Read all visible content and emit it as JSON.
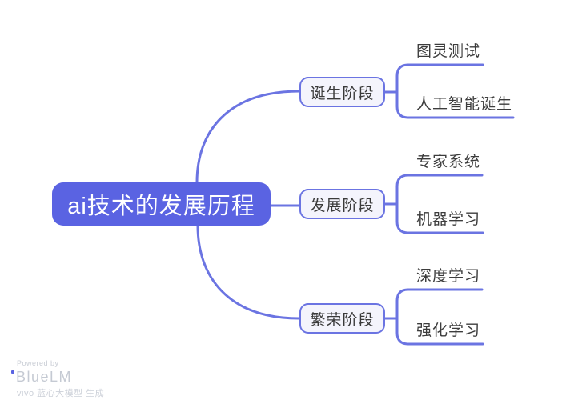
{
  "mindmap": {
    "root": {
      "label": "ai技术的发展历程"
    },
    "branches": [
      {
        "label": "诞生阶段",
        "children": [
          {
            "label": "图灵测试"
          },
          {
            "label": "人工智能诞生"
          }
        ]
      },
      {
        "label": "发展阶段",
        "children": [
          {
            "label": "专家系统"
          },
          {
            "label": "机器学习"
          }
        ]
      },
      {
        "label": "繁荣阶段",
        "children": [
          {
            "label": "深度学习"
          },
          {
            "label": "强化学习"
          }
        ]
      }
    ]
  },
  "watermark": {
    "powered_by": "Powered by",
    "brand": "BlueLM",
    "generator_line": "vivo 蓝心大模型 生成"
  },
  "colors": {
    "root_fill": "#5a63e2",
    "line": "#6b74e2",
    "branch_fill": "#f4f4fc",
    "branch_border": "#6b74e2",
    "node_text": "#3a3a3a",
    "root_text": "#ffffff",
    "watermark_text": "#c9cdd5",
    "background": "#ffffff"
  }
}
